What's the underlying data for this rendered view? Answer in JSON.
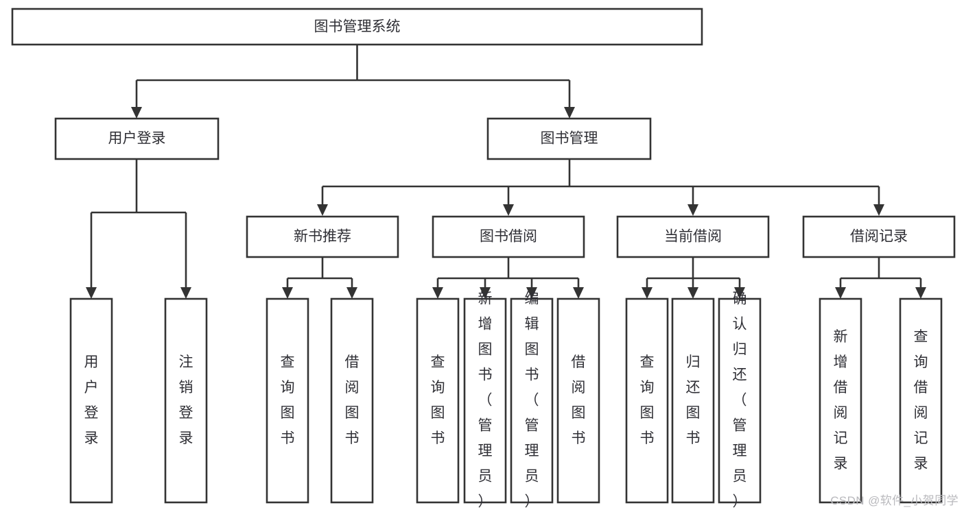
{
  "diagram": {
    "title": "图书管理系统",
    "type": "tree",
    "watermark": "CSDN @软件_小贺同学",
    "colors": {
      "box_stroke": "#333333",
      "box_fill": "#ffffff",
      "text": "#2f2f35",
      "connector": "#333333",
      "watermark": "#b9b9bd",
      "background": "#ffffff"
    },
    "root": {
      "label": "图书管理系统"
    },
    "level2": [
      {
        "label": "用户登录"
      },
      {
        "label": "图书管理"
      }
    ],
    "level3": [
      {
        "label": "新书推荐"
      },
      {
        "label": "图书借阅"
      },
      {
        "label": "当前借阅"
      },
      {
        "label": "借阅记录"
      }
    ],
    "leaves": {
      "user_login": [
        {
          "label": "用户登录"
        },
        {
          "label": "注销登录"
        }
      ],
      "new_book_recommend": [
        {
          "label": "查询图书"
        },
        {
          "label": "借阅图书"
        }
      ],
      "book_borrow": [
        {
          "label": "查询图书"
        },
        {
          "label": "新增图书（管理员）"
        },
        {
          "label": "编辑图书（管理员）"
        },
        {
          "label": "借阅图书"
        }
      ],
      "current_borrow": [
        {
          "label": "查询图书"
        },
        {
          "label": "归还图书"
        },
        {
          "label": "确认归还（管理员）"
        }
      ],
      "borrow_record": [
        {
          "label": "新增借阅记录"
        },
        {
          "label": "查询借阅记录"
        }
      ]
    }
  }
}
